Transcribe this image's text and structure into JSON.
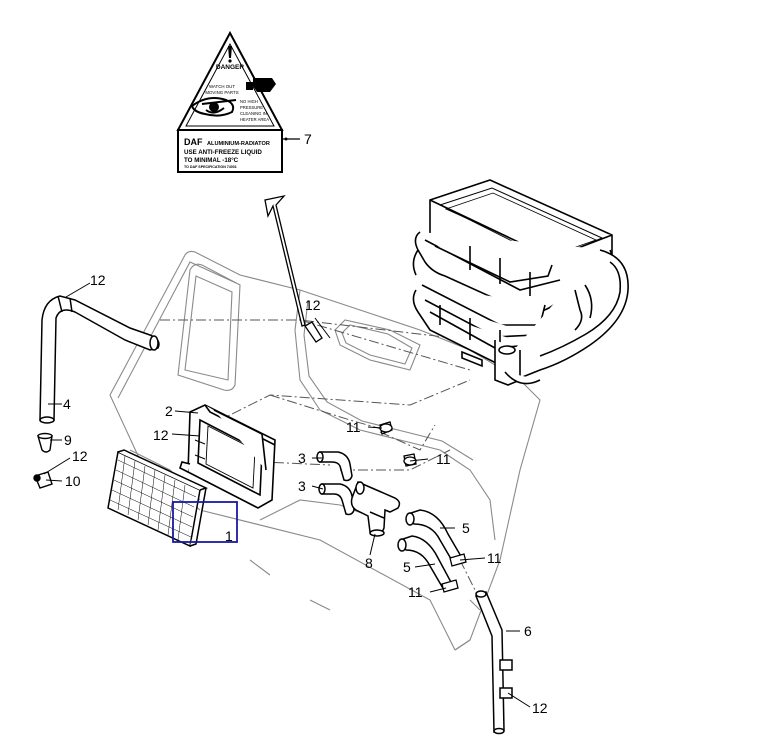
{
  "warning_label": {
    "danger": "DANGER",
    "watch_out_line1": "WATCH OUT",
    "watch_out_line2": "MOVING PARTS",
    "pressure_line1": "NO HIGH",
    "pressure_line2": "PRESSURE",
    "pressure_line3": "CLEANING IN",
    "pressure_line4": "HEATER AREA",
    "brand": "DAF",
    "radiator_title": "ALUMINIUM-RADIATOR",
    "antifreeze_line1": "USE ANTI-FREEZE LIQUID",
    "antifreeze_line2": "TO MINIMAL -18°C",
    "spec_line": "TO DAF SPECIFICATION 74001"
  },
  "callouts": {
    "c1": "1",
    "c2": "2",
    "c3a": "3",
    "c3b": "3",
    "c4": "4",
    "c5a": "5",
    "c5b": "5",
    "c6": "6",
    "c7": "7",
    "c8": "8",
    "c9": "9",
    "c10": "10",
    "c11a": "11",
    "c11b": "11",
    "c11c": "11",
    "c11d": "11",
    "c12a": "12",
    "c12b": "12",
    "c12c": "12",
    "c12d": "12",
    "c12e": "12"
  },
  "colors": {
    "line": "#000000",
    "faint_line": "#777777",
    "highlight_box": "#1a1aa6",
    "background": "#ffffff"
  }
}
